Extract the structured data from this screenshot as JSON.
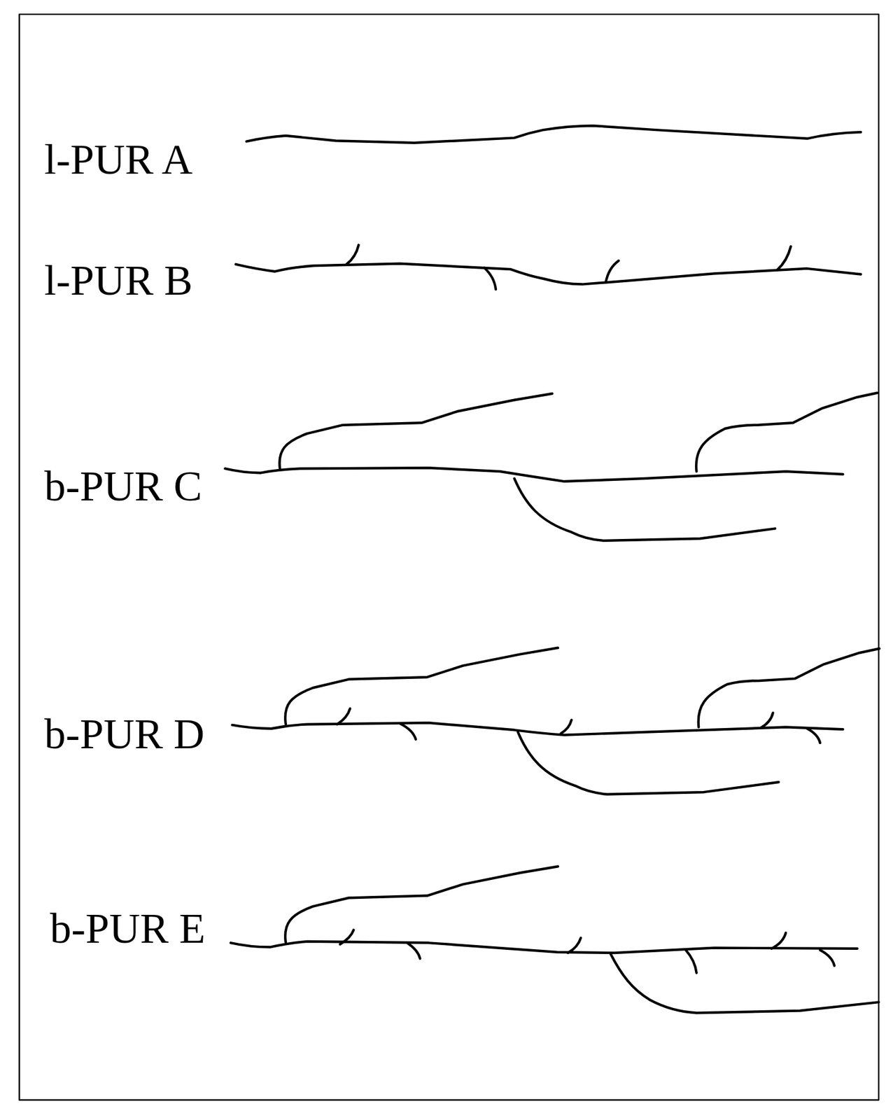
{
  "diagram": {
    "labels": [
      "l-PUR A",
      "l-PUR B",
      "b-PUR C",
      "b-PUR D",
      "b-PUR E"
    ]
  }
}
